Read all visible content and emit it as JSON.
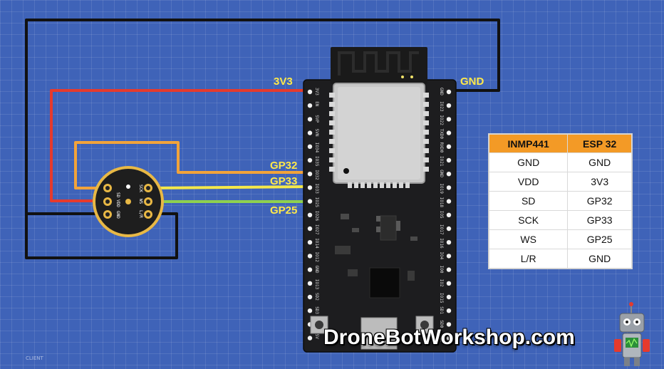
{
  "wire_labels": {
    "v3": "3V3",
    "gnd": "GND",
    "gp32": "GP32",
    "gp33": "GP33",
    "gp25": "GP25"
  },
  "esp32_left_pins": [
    "3V3",
    "EN",
    "SVP",
    "SVN",
    "IO34",
    "IO35",
    "IO32",
    "IO33",
    "IO25",
    "IO26",
    "IO27",
    "IO14",
    "IO12",
    "GND",
    "IO13",
    "SD2",
    "SD3",
    "CMD",
    "5V"
  ],
  "esp32_right_pins": [
    "GND",
    "IO23",
    "IO22",
    "TXD0",
    "RXD0",
    "IO21",
    "GND",
    "IO19",
    "IO18",
    "IO5",
    "IO17",
    "IO16",
    "IO4",
    "IO0",
    "IO2",
    "IO15",
    "SD1",
    "SD0",
    "CLK"
  ],
  "mic_labels": {
    "sd": "SD",
    "vdd": "VDD",
    "gnd": "GND",
    "sck": "SCK",
    "ws": "WS",
    "lr": "L/R"
  },
  "table": {
    "headers": [
      "INMP441",
      "ESP 32"
    ],
    "rows": [
      [
        "GND",
        "GND"
      ],
      [
        "VDD",
        "3V3"
      ],
      [
        "SD",
        "GP32"
      ],
      [
        "SCK",
        "GP33"
      ],
      [
        "WS",
        "GP25"
      ],
      [
        "L/R",
        "GND"
      ]
    ]
  },
  "watermark": "DroneBotWorkshop.com",
  "corner_note": "CLIENT",
  "colors": {
    "background": "#3f63b8",
    "wire_red": "#e53a2d",
    "wire_orange": "#f2a33a",
    "wire_yellow": "#f4e84a",
    "wire_green": "#8fd14f",
    "wire_black": "#111111",
    "table_header": "#f39a26",
    "label_yellow": "#ffe94a"
  },
  "icons": [
    "wifi-antenna-icon",
    "robot-mascot-icon"
  ]
}
